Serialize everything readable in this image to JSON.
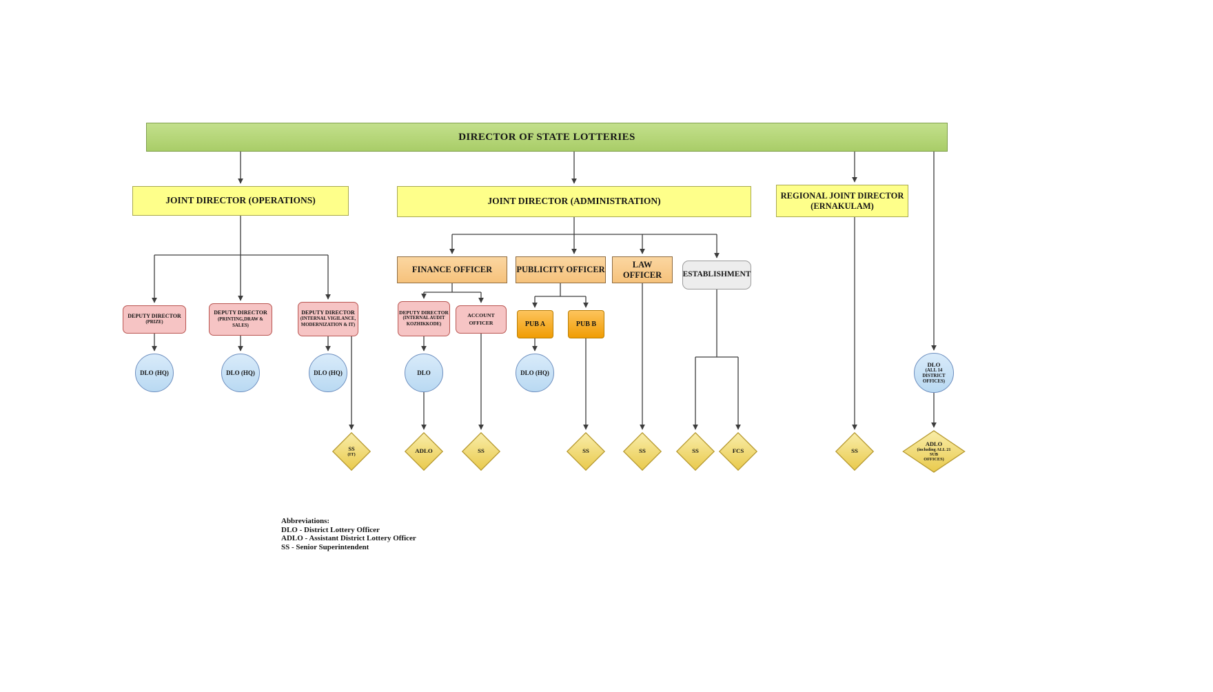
{
  "nodes": {
    "director": {
      "label": "DIRECTOR OF STATE LOTTERIES"
    },
    "jd_operations": {
      "label": "JOINT DIRECTOR (OPERATIONS)"
    },
    "jd_administration": {
      "label": "JOINT DIRECTOR (ADMINISTRATION)"
    },
    "regional_jd": {
      "lines": [
        "REGIONAL JOINT DIRECTOR",
        "(ERNAKULAM)"
      ]
    },
    "finance_officer": {
      "label": "FINANCE OFFICER"
    },
    "publicity_officer": {
      "label": "PUBLICITY OFFICER"
    },
    "law_officer": {
      "label": "LAW OFFICER"
    },
    "establishment": {
      "label": "ESTABLISHMENT"
    },
    "dd_prize": {
      "title": "DEPUTY DIRECTOR",
      "subs": [
        "(PRIZE)"
      ]
    },
    "dd_printing": {
      "title": "DEPUTY DIRECTOR",
      "subs": [
        "(PRINTING,DRAW &",
        "SALES)"
      ]
    },
    "dd_vigilance": {
      "title": "DEPUTY DIRECTOR",
      "subs": [
        "(INTERNAL VIGILANCE,",
        "MODERNIZATION & IT)"
      ]
    },
    "dd_internal_audit": {
      "title": "DEPUTY DIRECTOR",
      "subs": [
        "(INTERNAL AUDIT",
        "KOZHIKKODE)"
      ]
    },
    "account_officer": {
      "label": "ACCOUNT OFFICER"
    },
    "pub_a": {
      "label": "PUB A"
    },
    "pub_b": {
      "label": "PUB B"
    },
    "dlo_hq_prize": {
      "label": "DLO (HQ)"
    },
    "dlo_hq_printing": {
      "label": "DLO (HQ)"
    },
    "dlo_hq_vigilance": {
      "label": "DLO (HQ)"
    },
    "dlo_internal_audit": {
      "label": "DLO"
    },
    "dlo_hq_publicity": {
      "label": "DLO (HQ)"
    },
    "dlo_all_districts": {
      "title": "DLO",
      "subs": [
        "(ALL 14",
        "DISTRICT",
        "OFFICES)"
      ]
    },
    "ss_it": {
      "title": "SS",
      "subs": [
        "(IT)"
      ]
    },
    "adlo": {
      "label": "ADLO"
    },
    "ss_account": {
      "label": "SS"
    },
    "ss_publicity": {
      "label": "SS"
    },
    "ss_law": {
      "label": "SS"
    },
    "ss_establishment": {
      "label": "SS"
    },
    "fcs": {
      "label": "FCS"
    },
    "ss_regional": {
      "label": "SS"
    },
    "adlo_sub_offices": {
      "title": "ADLO",
      "subs": [
        "(including ALL 21",
        "SUB",
        "OFFICES)"
      ]
    }
  },
  "edges": [
    [
      "director",
      "jd_operations"
    ],
    [
      "director",
      "jd_administration"
    ],
    [
      "director",
      "regional_jd"
    ],
    [
      "director",
      "dlo_all_districts"
    ],
    [
      "jd_operations",
      "dd_prize"
    ],
    [
      "jd_operations",
      "dd_printing"
    ],
    [
      "jd_operations",
      "dd_vigilance"
    ],
    [
      "dd_prize",
      "dlo_hq_prize"
    ],
    [
      "dd_printing",
      "dlo_hq_printing"
    ],
    [
      "dd_vigilance",
      "dlo_hq_vigilance"
    ],
    [
      "dd_vigilance",
      "ss_it"
    ],
    [
      "jd_administration",
      "finance_officer"
    ],
    [
      "jd_administration",
      "publicity_officer"
    ],
    [
      "jd_administration",
      "law_officer"
    ],
    [
      "jd_administration",
      "establishment"
    ],
    [
      "finance_officer",
      "dd_internal_audit"
    ],
    [
      "finance_officer",
      "account_officer"
    ],
    [
      "dd_internal_audit",
      "dlo_internal_audit"
    ],
    [
      "dlo_internal_audit",
      "adlo"
    ],
    [
      "account_officer",
      "ss_account"
    ],
    [
      "publicity_officer",
      "pub_a"
    ],
    [
      "publicity_officer",
      "pub_b"
    ],
    [
      "pub_a",
      "dlo_hq_publicity"
    ],
    [
      "pub_b",
      "ss_publicity"
    ],
    [
      "law_officer",
      "ss_law"
    ],
    [
      "establishment",
      "ss_establishment"
    ],
    [
      "establishment",
      "fcs"
    ],
    [
      "regional_jd",
      "ss_regional"
    ],
    [
      "dlo_all_districts",
      "adlo_sub_offices"
    ]
  ],
  "abbreviations": {
    "title": "Abbreviations:",
    "items": [
      "DLO - District Lottery Officer",
      "ADLO - Assistant District Lottery Officer",
      "SS - Senior Superintendent"
    ]
  },
  "colors": {
    "director_fill": "#b7d97e",
    "joint_director_fill": "#feff8a",
    "officer_fill": "#f8c98a",
    "establishment_fill": "#ededed",
    "deputy_director_fill": "#f6c4c4",
    "pub_fill": "#f5a80a",
    "dlo_circle_fill": "#c9e1f6",
    "diamond_fill": "#f0d667",
    "connector_color": "#3c3c3c"
  }
}
